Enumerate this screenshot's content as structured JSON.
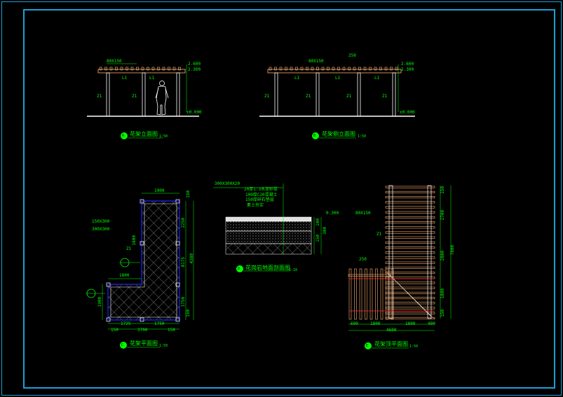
{
  "colors": {
    "frame": "#1aa0d8",
    "structure": "#ffffff",
    "timber": "#ffb070",
    "dimension": "#00ff00",
    "beam_line": "#ff3030",
    "plan_outline": "#2020ff"
  },
  "elevation_front": {
    "beam_label": "80X150",
    "level_top": "2.600",
    "level_beam": "2.300",
    "level_ground": "±0.000",
    "column_label": "Z1",
    "beam_tag": "L1",
    "title": "花架立面图",
    "scale": "1:50",
    "badge": "A"
  },
  "elevation_side": {
    "beam_label": "80X150",
    "dim_top": "250",
    "level_top": "2.600",
    "level_beam": "2.300",
    "level_ground": "±0.000",
    "column_label": "Z1",
    "beam_tag": "L1",
    "title": "花架侧立面图",
    "scale": "1:50",
    "badge": "B"
  },
  "plan": {
    "dim_top": "1900",
    "dim_bottom_a": "1725",
    "dim_bottom_b": "1750",
    "dim_bottom_c": "150",
    "dim_bottom_d": "3700",
    "dim_bottom_e": "150",
    "dim_right_a": "150",
    "dim_right_b": "2250",
    "dim_right_c": "8175",
    "dim_right_d": "1750",
    "dim_right_e": "150",
    "dim_right_total": "4380",
    "dim_left_a": "1600",
    "dim_left_b": "1900",
    "dim_mid": "1800",
    "note_a": "150X300",
    "note_b": "300X300",
    "column_label": "Z1",
    "title": "花架平面图",
    "scale": "1:50",
    "badge": "C"
  },
  "section": {
    "layers": [
      "300X300X20",
      "20厚1:3水泥砂浆",
      "100厚C20混凝土",
      "150厚碎石垫层",
      "素土夯实"
    ],
    "dim_level": "0.300",
    "dim_a": "100",
    "dim_b": "150",
    "dim_c": "300",
    "title": "花岗岩地面剖面图",
    "scale": "1:10",
    "badge": "D"
  },
  "roof_plan": {
    "beam_label": "80X150",
    "column_label": "Z1",
    "dim_mid": "250",
    "dim_right_a": "150",
    "dim_right_b": "2700",
    "dim_right_c": "2800",
    "dim_right_d": "1800",
    "dim_right_e": "150",
    "dim_right_total": "7800",
    "dim_bottom_a": "600",
    "dim_bottom_b": "1800",
    "dim_bottom_c": "1800",
    "dim_bottom_d": "400",
    "dim_bottom_total": "4600",
    "title": "花架顶平面图",
    "scale": "1:50",
    "badge": "E"
  }
}
